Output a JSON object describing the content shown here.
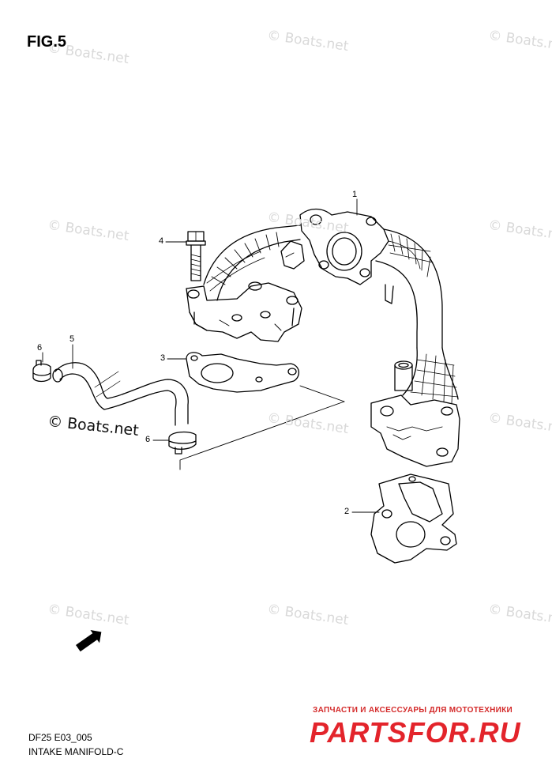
{
  "figure": {
    "title": "FIG.5",
    "code": "DF25 E03_005",
    "caption": "INTAKE MANIFOLD-C"
  },
  "callouts": [
    "1",
    "2",
    "3",
    "4",
    "5",
    "6",
    "6"
  ],
  "watermark": {
    "text": "© Boats.net",
    "color": "#d9d9d9",
    "strong_color": "#111111"
  },
  "direction_badge": "FWD",
  "brand": {
    "subtitle": "ЗАПЧАСТИ И АКСЕССУАРЫ ДЛЯ МОТОТЕХНИКИ",
    "logo": "PARTSFOR.RU",
    "color": "#e3242b"
  },
  "icons": [
    "forward-arrow-icon"
  ]
}
